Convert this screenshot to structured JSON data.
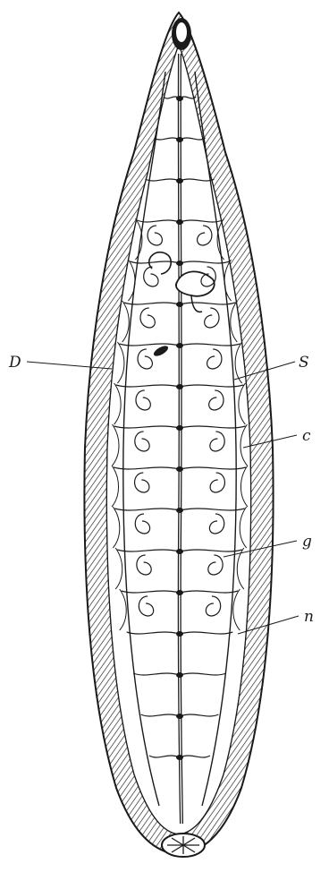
{
  "figure": {
    "labels": {
      "left_upper": "D",
      "right_upper": "S",
      "right_middle": "c",
      "right_lower": "g",
      "right_bottom": "n"
    }
  },
  "colors": {
    "ink": "#1a1a1a",
    "paper": "#ffffff"
  }
}
